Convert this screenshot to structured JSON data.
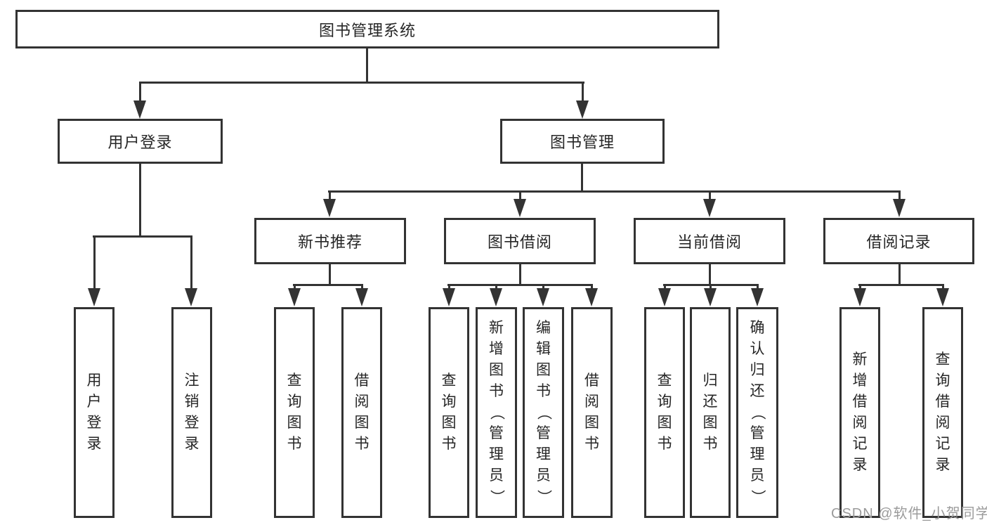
{
  "diagram": {
    "title": "图书管理系统",
    "branches": [
      {
        "label": "用户登录",
        "leaves": [
          "用户登录",
          "注销登录"
        ]
      },
      {
        "label": "图书管理",
        "children": [
          {
            "label": "新书推荐",
            "leaves": [
              "查询图书",
              "借阅图书"
            ]
          },
          {
            "label": "图书借阅",
            "leaves": [
              "查询图书",
              "新增图书（管理员）",
              "编辑图书（管理员）",
              "借阅图书"
            ]
          },
          {
            "label": "当前借阅",
            "leaves": [
              "查询图书",
              "归还图书",
              "确认归还（管理员）"
            ]
          },
          {
            "label": "借阅记录",
            "leaves": [
              "新增借阅记录",
              "查询借阅记录"
            ]
          }
        ]
      }
    ]
  },
  "watermark": {
    "text": "CSDN @软件_小贺同学",
    "color": "#9b9b9b"
  },
  "colors": {
    "line": "#333333",
    "text": "#262626",
    "background": "#ffffff"
  }
}
